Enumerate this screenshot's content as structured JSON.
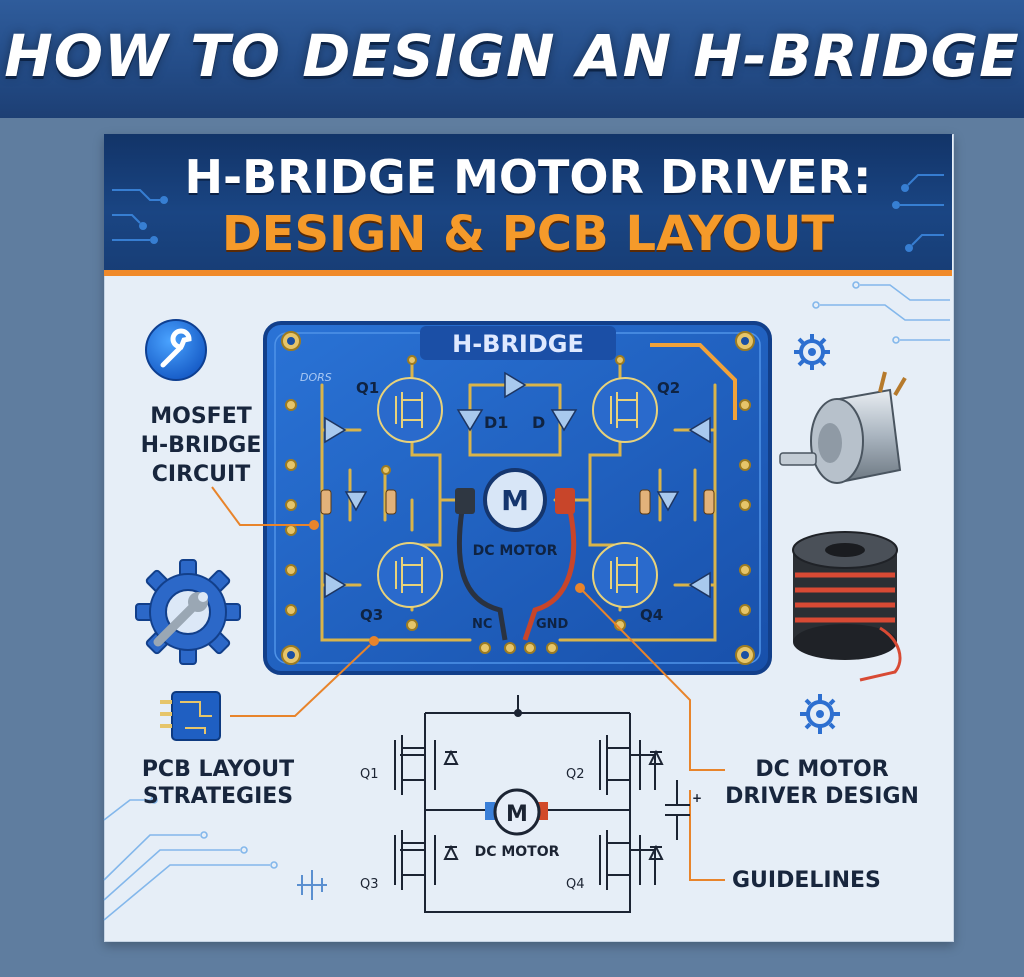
{
  "banner": {
    "title": "HOW TO DESIGN AN H-BRIDGE"
  },
  "card": {
    "heading_line1": "H-BRIDGE MOTOR DRIVER:",
    "heading_line2": "DESIGN & PCB LAYOUT"
  },
  "pcb": {
    "title": "H-BRIDGE",
    "corner_mark": "DORS",
    "motor_symbol": "M",
    "motor_label": "DC MOTOR",
    "transistors": [
      "Q1",
      "Q2",
      "Q3",
      "Q4"
    ],
    "diodes": [
      "D1",
      "D"
    ],
    "pin_labels": [
      "NC",
      "GND"
    ]
  },
  "schematic": {
    "motor_symbol": "M",
    "motor_label": "DC MOTOR",
    "transistors": [
      "Q1",
      "Q2",
      "Q3",
      "Q4"
    ],
    "capacitor_polarity": "+"
  },
  "callouts": {
    "left_top": [
      "MOSFET",
      "H-BRIDGE",
      "CIRCUIT"
    ],
    "left_bottom": [
      "PCB LAYOUT",
      "STRATEGIES"
    ],
    "right_top": [
      "DC MOTOR",
      "DRIVER DESIGN"
    ],
    "right_bottom": "GUIDELINES"
  },
  "icons": [
    "wrench-icon",
    "gear-wrench-icon",
    "pcb-chip-icon",
    "gear-icon",
    "dc-motor-icon",
    "wire-spool-icon"
  ],
  "colors": {
    "banner": "#234b86",
    "header": "#1a4583",
    "accent_orange": "#f08a2a",
    "pcb_blue": "#1f5fc2",
    "trace_gold": "#d9b44a",
    "card_bg": "#e6eef7"
  }
}
